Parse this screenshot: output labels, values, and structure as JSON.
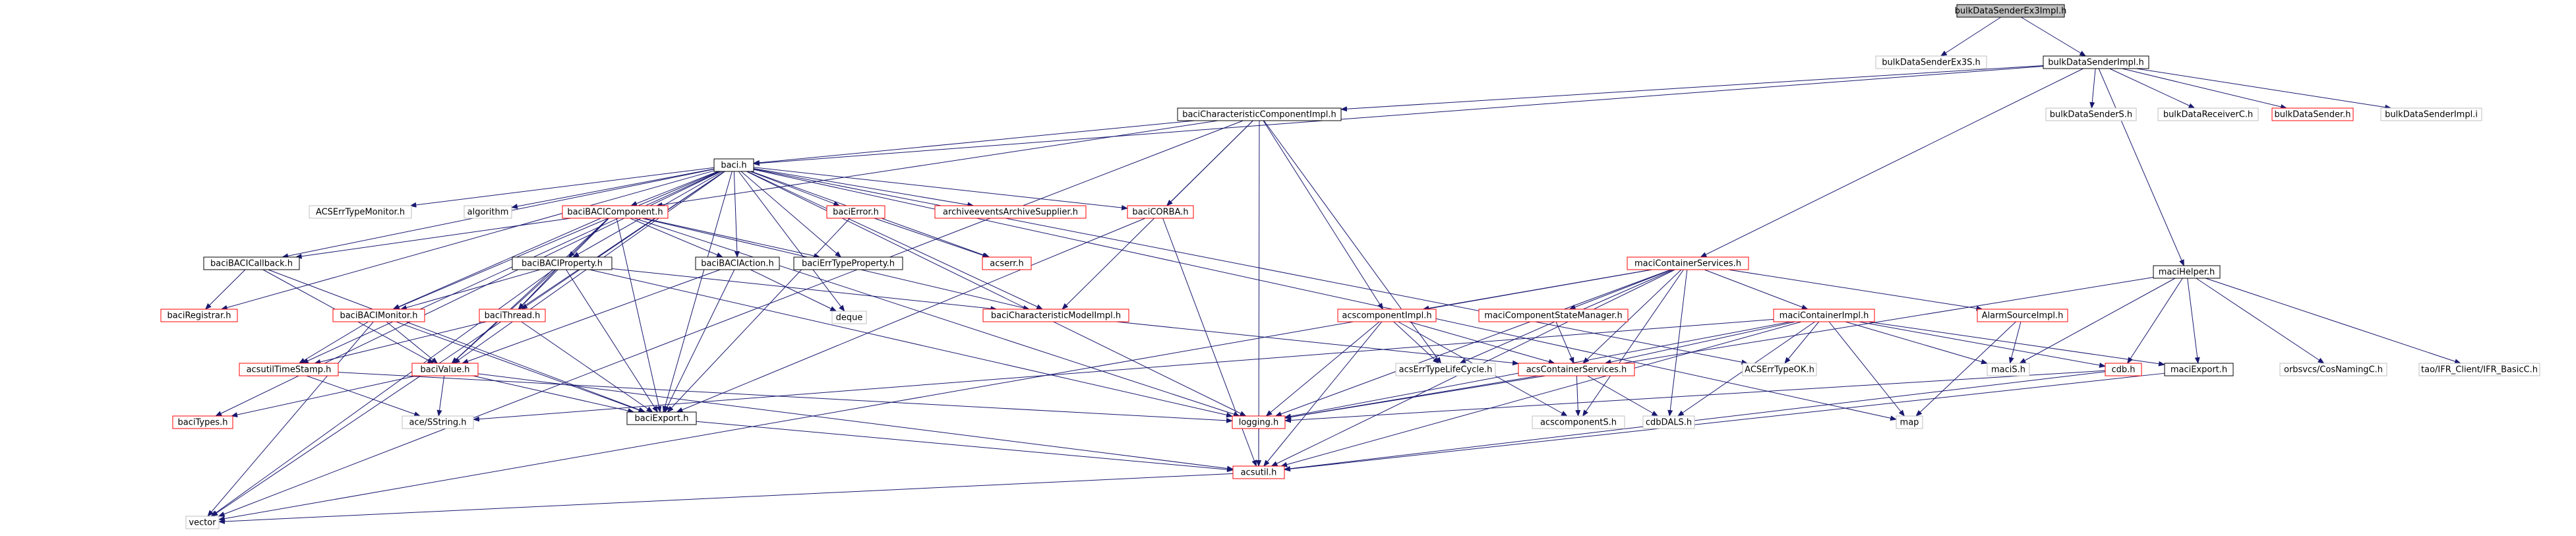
{
  "colors": {
    "edge": "#191970",
    "root_fill": "#bfbfbf",
    "normal_border": "#000000",
    "link_border": "#ff0000",
    "external_border": "#bfbfbf",
    "text": "#000000"
  },
  "nodes": [
    {
      "id": "root",
      "label": "bulkDataSenderEx3Impl.h",
      "kind": "root"
    },
    {
      "id": "ex3s",
      "label": "bulkDataSenderEx3S.h",
      "kind": "external"
    },
    {
      "id": "bdsimpl",
      "label": "bulkDataSenderImpl.h",
      "kind": "normal"
    },
    {
      "id": "bcci",
      "label": "baciCharacteristicComponentImpl.h",
      "kind": "normal"
    },
    {
      "id": "bdss",
      "label": "bulkDataSenderS.h",
      "kind": "external"
    },
    {
      "id": "bdrc",
      "label": "bulkDataReceiverC.h",
      "kind": "external"
    },
    {
      "id": "bds",
      "label": "bulkDataSender.h",
      "kind": "link"
    },
    {
      "id": "bdsi",
      "label": "bulkDataSenderImpl.i",
      "kind": "external"
    },
    {
      "id": "baci",
      "label": "baci.h",
      "kind": "normal"
    },
    {
      "id": "acserrmon",
      "label": "ACSErrTypeMonitor.h",
      "kind": "external"
    },
    {
      "id": "algorithm",
      "label": "algorithm",
      "kind": "external"
    },
    {
      "id": "bacicomp",
      "label": "baciBACIComponent.h",
      "kind": "link"
    },
    {
      "id": "bacierror",
      "label": "baciError.h",
      "kind": "link"
    },
    {
      "id": "archsup",
      "label": "archiveeventsArchiveSupplier.h",
      "kind": "link"
    },
    {
      "id": "bacicorba",
      "label": "baciCORBA.h",
      "kind": "link"
    },
    {
      "id": "maciconts",
      "label": "maciContainerServices.h",
      "kind": "link"
    },
    {
      "id": "macihelper",
      "label": "maciHelper.h",
      "kind": "normal"
    },
    {
      "id": "bacicallback",
      "label": "baciBACICallback.h",
      "kind": "normal"
    },
    {
      "id": "baciprop",
      "label": "baciBACIProperty.h",
      "kind": "normal"
    },
    {
      "id": "baciaction",
      "label": "baciBACIAction.h",
      "kind": "normal"
    },
    {
      "id": "errprop",
      "label": "baciErrTypeProperty.h",
      "kind": "normal"
    },
    {
      "id": "acserr",
      "label": "acserr.h",
      "kind": "link"
    },
    {
      "id": "deque",
      "label": "deque",
      "kind": "external"
    },
    {
      "id": "bacichar",
      "label": "baciCharacteristicModelImpl.h",
      "kind": "link"
    },
    {
      "id": "acscompimpl",
      "label": "acscomponentImpl.h",
      "kind": "link"
    },
    {
      "id": "macicompsm",
      "label": "maciComponentStateManager.h",
      "kind": "link"
    },
    {
      "id": "macicontimpl",
      "label": "maciContainerImpl.h",
      "kind": "link"
    },
    {
      "id": "alarmsrc",
      "label": "AlarmSourceImpl.h",
      "kind": "link"
    },
    {
      "id": "baciregistrar",
      "label": "baciRegistrar.h",
      "kind": "link"
    },
    {
      "id": "bacimonitor",
      "label": "baciBACIMonitor.h",
      "kind": "link"
    },
    {
      "id": "bacithread",
      "label": "baciThread.h",
      "kind": "link"
    },
    {
      "id": "acserrlc",
      "label": "acsErrTypeLifeCycle.h",
      "kind": "external"
    },
    {
      "id": "acsconts",
      "label": "acsContainerServices.h",
      "kind": "link"
    },
    {
      "id": "acserrok",
      "label": "ACSErrTypeOK.h",
      "kind": "external"
    },
    {
      "id": "macis",
      "label": "maciS.h",
      "kind": "external"
    },
    {
      "id": "cdb",
      "label": "cdb.h",
      "kind": "link"
    },
    {
      "id": "maciexport",
      "label": "maciExport.h",
      "kind": "normal"
    },
    {
      "id": "orbsvcs",
      "label": "orbsvcs/CosNamingC.h",
      "kind": "external"
    },
    {
      "id": "taoifr",
      "label": "tao/IFR_Client/IFR_BasicC.h",
      "kind": "external"
    },
    {
      "id": "acsutiltime",
      "label": "acsutilTimeStamp.h",
      "kind": "link"
    },
    {
      "id": "bacivalue",
      "label": "baciValue.h",
      "kind": "link"
    },
    {
      "id": "bacitypes",
      "label": "baciTypes.h",
      "kind": "link"
    },
    {
      "id": "acestring",
      "label": "ace/SString.h",
      "kind": "external"
    },
    {
      "id": "baciexport",
      "label": "baciExport.h",
      "kind": "normal"
    },
    {
      "id": "logging",
      "label": "logging.h",
      "kind": "link"
    },
    {
      "id": "acscomps",
      "label": "acscomponentS.h",
      "kind": "external"
    },
    {
      "id": "cdbdals",
      "label": "cdbDALS.h",
      "kind": "external"
    },
    {
      "id": "map",
      "label": "map",
      "kind": "external"
    },
    {
      "id": "acsutil",
      "label": "acsutil.h",
      "kind": "link"
    },
    {
      "id": "vector",
      "label": "vector",
      "kind": "external"
    }
  ],
  "edges": [
    [
      "root",
      "ex3s"
    ],
    [
      "root",
      "bdsimpl"
    ],
    [
      "bdsimpl",
      "bcci"
    ],
    [
      "bdsimpl",
      "bdss"
    ],
    [
      "bdsimpl",
      "bdrc"
    ],
    [
      "bdsimpl",
      "bds"
    ],
    [
      "bdsimpl",
      "bdsi"
    ],
    [
      "bdsimpl",
      "baci"
    ],
    [
      "bdsimpl",
      "maciconts"
    ],
    [
      "bdsimpl",
      "macihelper"
    ],
    [
      "bcci",
      "baci"
    ],
    [
      "bcci",
      "bacicorba"
    ],
    [
      "bcci",
      "bacichar"
    ],
    [
      "bcci",
      "acscompimpl"
    ],
    [
      "bcci",
      "acserrlc"
    ],
    [
      "bcci",
      "acsutil"
    ],
    [
      "bcci",
      "vector"
    ],
    [
      "bcci",
      "bacicomp"
    ],
    [
      "baci",
      "acserrmon"
    ],
    [
      "baci",
      "algorithm"
    ],
    [
      "baci",
      "bacicomp"
    ],
    [
      "baci",
      "bacierror"
    ],
    [
      "baci",
      "archsup"
    ],
    [
      "baci",
      "bacicorba"
    ],
    [
      "baci",
      "bacicallback"
    ],
    [
      "baci",
      "baciprop"
    ],
    [
      "baci",
      "baciaction"
    ],
    [
      "baci",
      "errprop"
    ],
    [
      "baci",
      "acserr"
    ],
    [
      "baci",
      "deque"
    ],
    [
      "baci",
      "bacichar"
    ],
    [
      "baci",
      "baciregistrar"
    ],
    [
      "baci",
      "bacimonitor"
    ],
    [
      "baci",
      "bacithread"
    ],
    [
      "baci",
      "acsutiltime"
    ],
    [
      "baci",
      "bacivalue"
    ],
    [
      "baci",
      "bacitypes"
    ],
    [
      "baci",
      "baciexport"
    ],
    [
      "baci",
      "logging"
    ],
    [
      "baci",
      "acserrok"
    ],
    [
      "baci",
      "map"
    ],
    [
      "baci",
      "vector"
    ],
    [
      "bacicomp",
      "bacicallback"
    ],
    [
      "bacicomp",
      "baciprop"
    ],
    [
      "bacicomp",
      "baciaction"
    ],
    [
      "bacicomp",
      "bacimonitor"
    ],
    [
      "bacicomp",
      "bacithread"
    ],
    [
      "bacicomp",
      "bacivalue"
    ],
    [
      "bacicomp",
      "baciexport"
    ],
    [
      "bacicomp",
      "logging"
    ],
    [
      "bacicomp",
      "bacichar"
    ],
    [
      "bacicomp",
      "errprop"
    ],
    [
      "bacierror",
      "acserr"
    ],
    [
      "bacierror",
      "baciexport"
    ],
    [
      "bacicorba",
      "acsutil"
    ],
    [
      "bacicorba",
      "baciexport"
    ],
    [
      "bacicallback",
      "baciregistrar"
    ],
    [
      "bacicallback",
      "bacivalue"
    ],
    [
      "bacicallback",
      "baciexport"
    ],
    [
      "baciprop",
      "bacichar"
    ],
    [
      "baciprop",
      "bacimonitor"
    ],
    [
      "baciprop",
      "bacithread"
    ],
    [
      "baciprop",
      "bacivalue"
    ],
    [
      "baciprop",
      "baciexport"
    ],
    [
      "baciprop",
      "logging"
    ],
    [
      "baciprop",
      "vector"
    ],
    [
      "baciaction",
      "deque"
    ],
    [
      "baciaction",
      "bacivalue"
    ],
    [
      "baciaction",
      "baciexport"
    ],
    [
      "bacichar",
      "acsconts"
    ],
    [
      "bacimonitor",
      "acsutiltime"
    ],
    [
      "bacimonitor",
      "bacivalue"
    ],
    [
      "bacimonitor",
      "baciexport"
    ],
    [
      "bacimonitor",
      "vector"
    ],
    [
      "bacithread",
      "baciexport"
    ],
    [
      "bacithread",
      "acsutiltime"
    ],
    [
      "acsutiltime",
      "acestring"
    ],
    [
      "acsutiltime",
      "logging"
    ],
    [
      "bacivalue",
      "bacitypes"
    ],
    [
      "bacivalue",
      "acestring"
    ],
    [
      "bacivalue",
      "acsutil"
    ],
    [
      "bacivalue",
      "baciexport"
    ],
    [
      "baciexport",
      "acsutil"
    ],
    [
      "maciconts",
      "acscompimpl"
    ],
    [
      "maciconts",
      "macicompsm"
    ],
    [
      "maciconts",
      "macicontimpl"
    ],
    [
      "maciconts",
      "alarmsrc"
    ],
    [
      "maciconts",
      "acserrlc"
    ],
    [
      "maciconts",
      "acsconts"
    ],
    [
      "maciconts",
      "acscomps"
    ],
    [
      "maciconts",
      "cdbdals"
    ],
    [
      "maciconts",
      "logging"
    ],
    [
      "maciconts",
      "acsutil"
    ],
    [
      "maciconts",
      "vector"
    ],
    [
      "acscompimpl",
      "acserrlc"
    ],
    [
      "acscompimpl",
      "acsconts"
    ],
    [
      "acscompimpl",
      "logging"
    ],
    [
      "acscompimpl",
      "acscomps"
    ],
    [
      "acscompimpl",
      "acsutil"
    ],
    [
      "macicompsm",
      "acsconts"
    ],
    [
      "macicontimpl",
      "acsconts"
    ],
    [
      "macicontimpl",
      "acserrok"
    ],
    [
      "macicontimpl",
      "macis"
    ],
    [
      "macicontimpl",
      "cdb"
    ],
    [
      "macicontimpl",
      "maciexport"
    ],
    [
      "macicontimpl",
      "map"
    ],
    [
      "macicontimpl",
      "logging"
    ],
    [
      "macicontimpl",
      "cdbdals"
    ],
    [
      "macicontimpl",
      "acsutil"
    ],
    [
      "macicontimpl",
      "acestring"
    ],
    [
      "alarmsrc",
      "macis"
    ],
    [
      "alarmsrc",
      "map"
    ],
    [
      "acsconts",
      "acscomps"
    ],
    [
      "acsconts",
      "cdbdals"
    ],
    [
      "acsconts",
      "logging"
    ],
    [
      "macihelper",
      "macis"
    ],
    [
      "macihelper",
      "cdb"
    ],
    [
      "macihelper",
      "maciexport"
    ],
    [
      "macihelper",
      "orbsvcs"
    ],
    [
      "macihelper",
      "taoifr"
    ],
    [
      "macihelper",
      "logging"
    ],
    [
      "cdb",
      "logging"
    ],
    [
      "cdb",
      "acsutil"
    ],
    [
      "maciexport",
      "acsutil"
    ],
    [
      "logging",
      "acsutil"
    ],
    [
      "acsutil",
      "vector"
    ]
  ]
}
